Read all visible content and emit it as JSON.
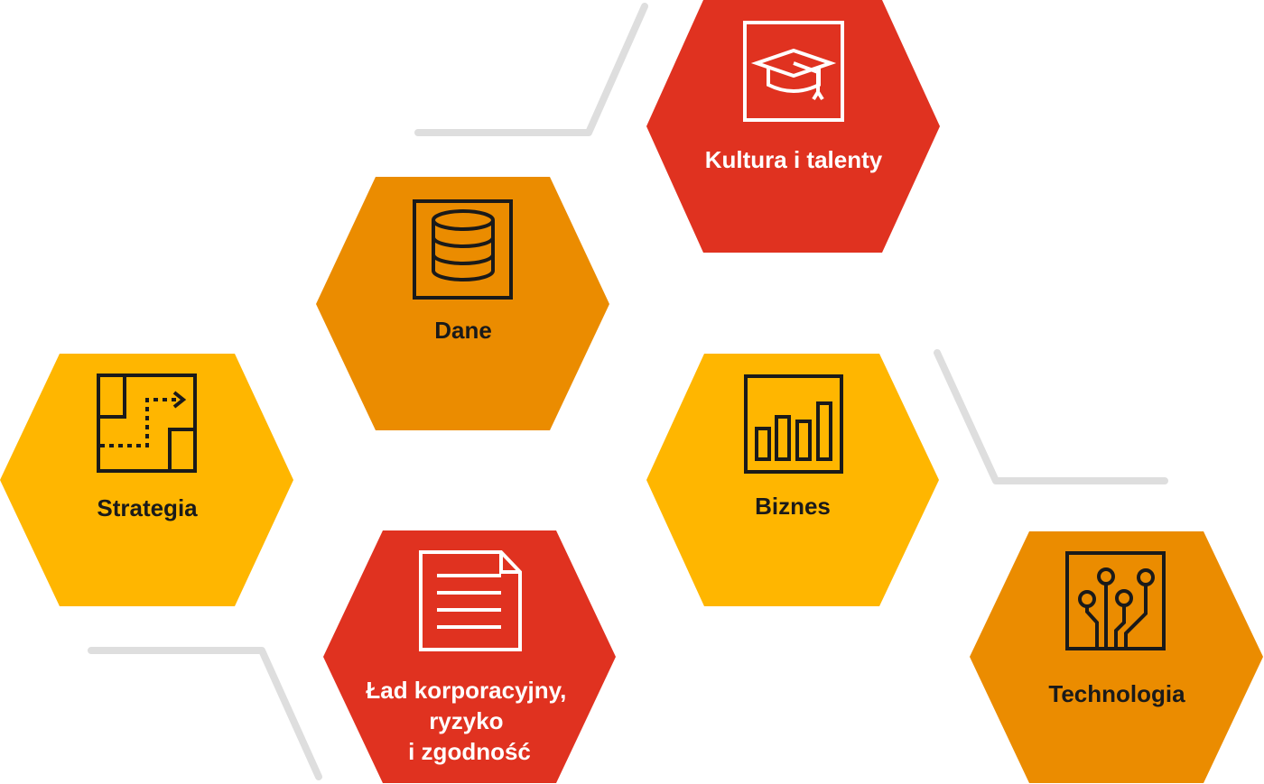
{
  "colors": {
    "red": "#e03220",
    "orange": "#eb8c00",
    "yellow": "#ffb600",
    "connector": "#dedede",
    "dark_text": "#1a1a1a",
    "light_text": "#ffffff"
  },
  "hexagons": [
    {
      "id": "kultura",
      "lines": [
        "Kultura i talenty"
      ],
      "color": "red",
      "icon": "graduation-cap-icon"
    },
    {
      "id": "dane",
      "lines": [
        "Dane"
      ],
      "color": "orange",
      "icon": "database-icon"
    },
    {
      "id": "strategia",
      "lines": [
        "Strategia"
      ],
      "color": "yellow",
      "icon": "floor-plan-path-icon"
    },
    {
      "id": "biznes",
      "lines": [
        "Biznes"
      ],
      "color": "yellow",
      "icon": "bar-chart-icon"
    },
    {
      "id": "lad",
      "lines": [
        "Ład korporacyjny,",
        "ryzyko",
        "i zgodność"
      ],
      "color": "red",
      "icon": "document-icon"
    },
    {
      "id": "technologia",
      "lines": [
        "Technologia"
      ],
      "color": "orange",
      "icon": "circuit-icon"
    }
  ]
}
